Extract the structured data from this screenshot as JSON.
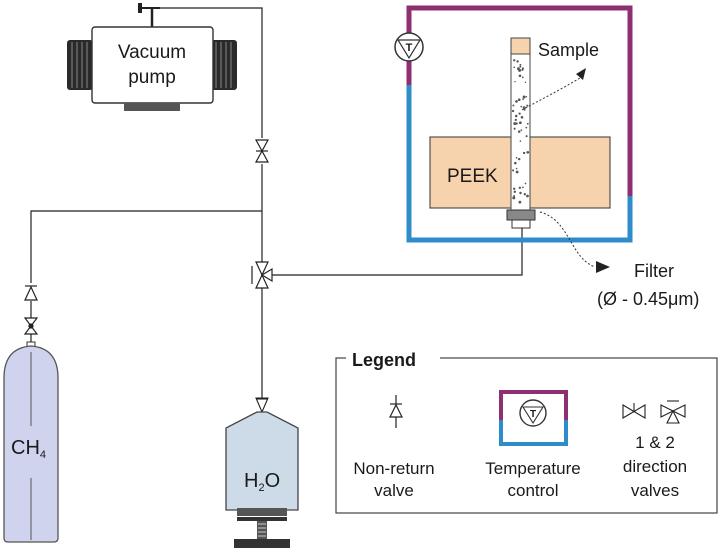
{
  "labels": {
    "vacuum_pump_line1": "Vacuum",
    "vacuum_pump_line2": "pump",
    "sample": "Sample",
    "peek": "PEEK",
    "filter_line1": "Filter",
    "filter_line2": "(Ø - 0.45μm)",
    "ch4": "CH",
    "ch4_sub": "4",
    "h2o_h": "H",
    "h2o_sub": "2",
    "h2o_o": "O"
  },
  "legend": {
    "title": "Legend",
    "nonreturn_line1": "Non-return",
    "nonreturn_line2": "valve",
    "temp_line1": "Temperature",
    "temp_line2": "control",
    "dir_line1": "1 & 2",
    "dir_line2": "direction",
    "dir_line3": "valves"
  },
  "temperature_symbol": "T",
  "colors": {
    "cell_frame_top": "#8e2f72",
    "cell_frame_bottom": "#2d8cc9",
    "peek_fill": "#f7d3ad",
    "cylinder_fill": "#cfd3ee",
    "syringe_fill": "#cddbe8",
    "line": "#222222"
  }
}
